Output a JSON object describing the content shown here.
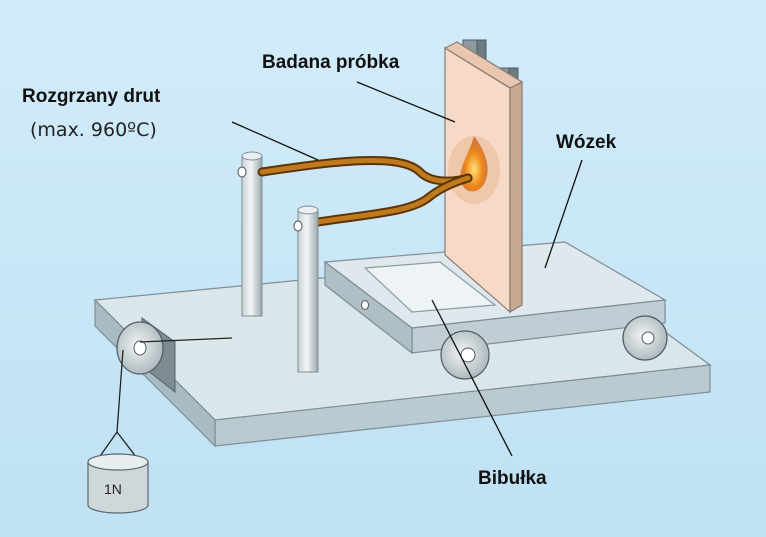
{
  "labels": {
    "sample": "Badana próbka",
    "wire": "Rozgrzany drut",
    "wire_temp": "(max. 960ºC)",
    "cart": "Wózek",
    "tissue": "Bibułka",
    "weight": "1N"
  },
  "colors": {
    "background": "#c9e7f7",
    "base_top": "#dbe6ea",
    "base_front": "#b9cad1",
    "sample_face": "#f6d9c7",
    "wire": "#9a5b10",
    "flame": "#e07a12"
  }
}
